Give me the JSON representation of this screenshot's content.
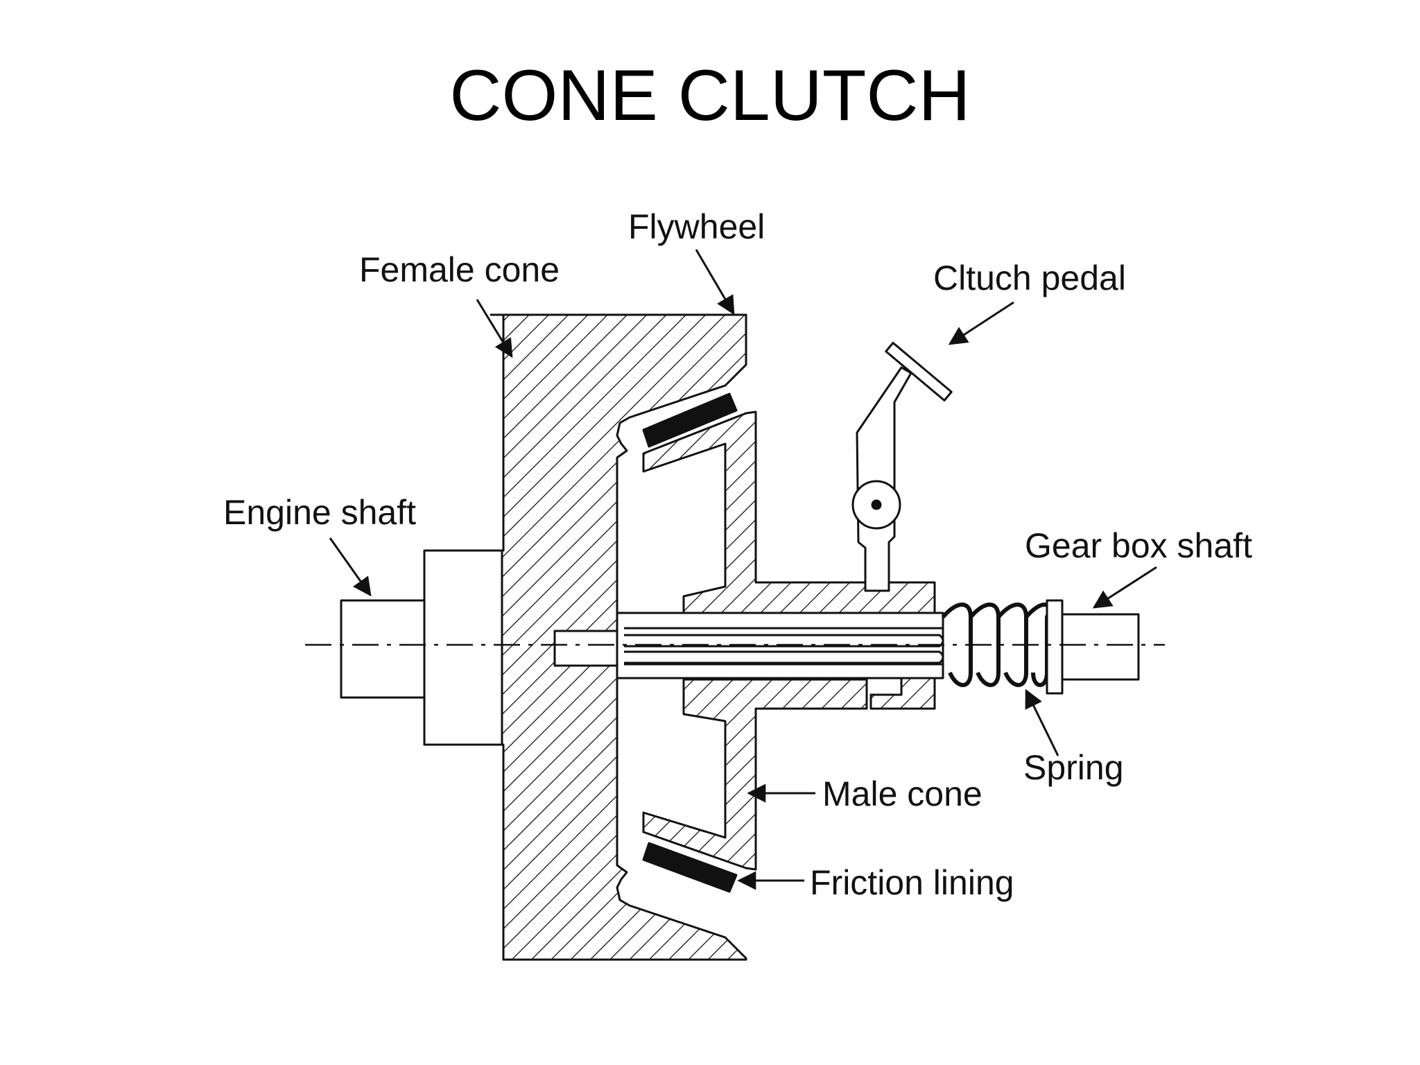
{
  "slide": {
    "title": "CONE CLUTCH"
  },
  "diagram": {
    "labels": {
      "flywheel": "Flywheel",
      "female_cone": "Female cone",
      "clutch_pedal": "Cltuch pedal",
      "engine_shaft": "Engine shaft",
      "gear_box_shaft": "Gear box shaft",
      "spring": "Spring",
      "male_cone": "Male cone",
      "friction_lining": "Friction lining"
    },
    "colors": {
      "ink": "#111111",
      "background": "#ffffff"
    }
  }
}
